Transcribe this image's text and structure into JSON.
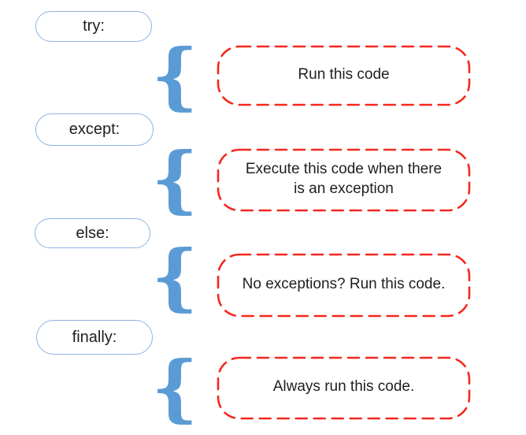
{
  "diagram": {
    "brace_glyph": "{",
    "rows": [
      {
        "keyword": "try:",
        "description": "Run this code"
      },
      {
        "keyword": "except:",
        "description": "Execute this code when there is an exception"
      },
      {
        "keyword": "else:",
        "description": "No exceptions? Run this code."
      },
      {
        "keyword": "finally:",
        "description": "Always run this code."
      }
    ]
  },
  "colors": {
    "keyword-border": "#8db4e2",
    "brace-blue": "#5b9bd5",
    "box-red": "#f5281e",
    "text": "#1f1f1f",
    "background": "#ffffff"
  }
}
